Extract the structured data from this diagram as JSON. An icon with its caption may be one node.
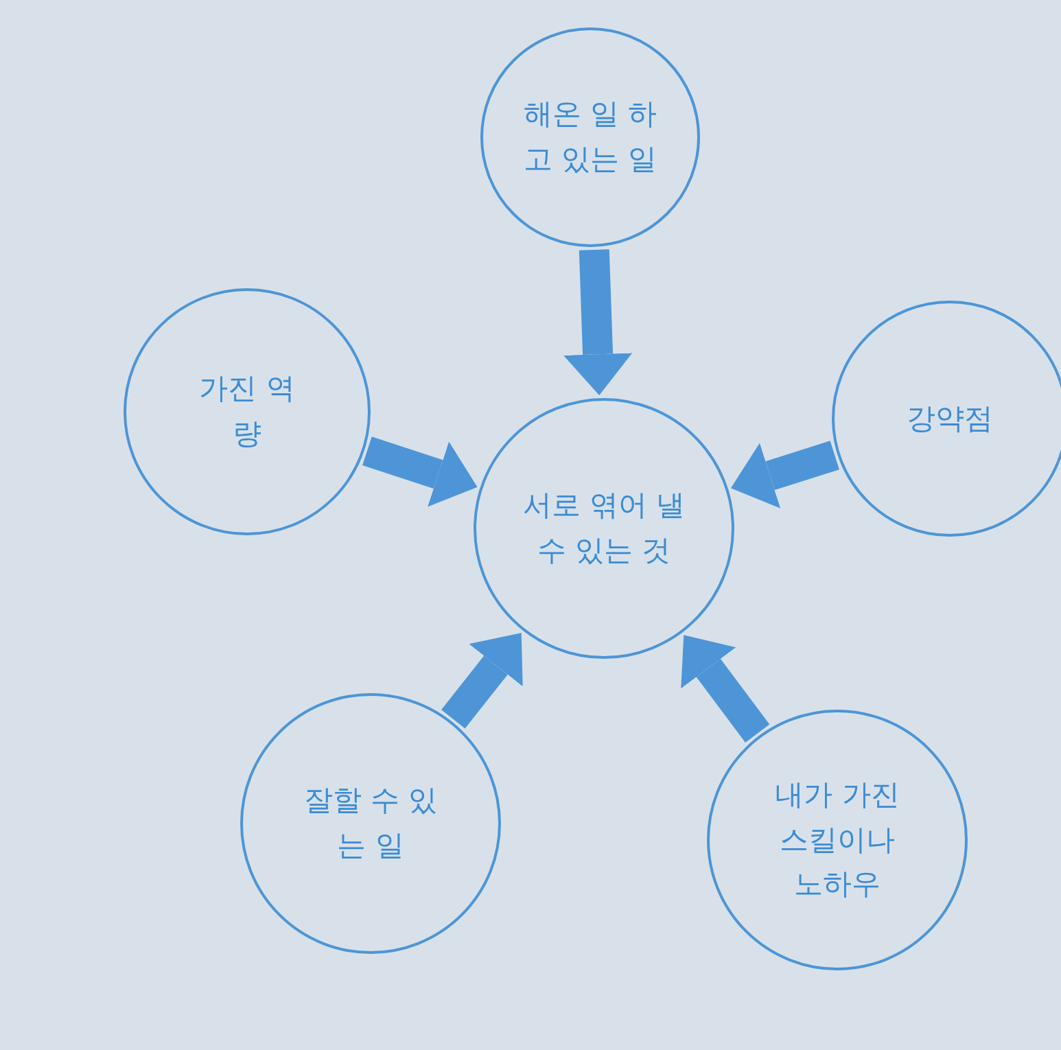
{
  "diagram": {
    "nodes": [
      {
        "text": [
          "해온 일 하고 있는 일"
        ]
      },
      {
        "text": [
          "가진 역량"
        ]
      },
      {
        "text": [
          "서로 엮어 낼 수 있는 것"
        ]
      },
      {
        "text": [
          "강약점"
        ]
      },
      {
        "text": [
          "잘할 수 있는 일"
        ]
      },
      {
        "text": [
          "내가 가진 스킬이나 노하우"
        ]
      }
    ],
    "edges": [
      {
        "from": 0,
        "to": 2,
        "arrow": "to"
      },
      {
        "from": 1,
        "to": 2,
        "arrow": "to"
      },
      {
        "from": 3,
        "to": 2,
        "arrow": "to"
      },
      {
        "from": 4,
        "to": 2,
        "arrow": "to"
      },
      {
        "from": 5,
        "to": 2,
        "arrow": "to"
      }
    ]
  }
}
